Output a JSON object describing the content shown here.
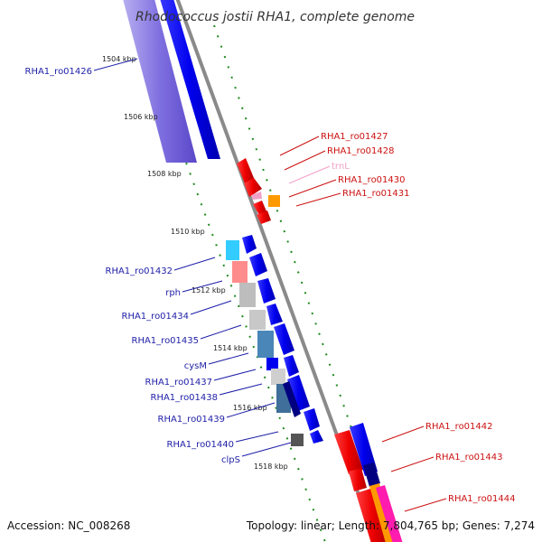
{
  "title": "Rhodococcus jostii RHA1, complete genome",
  "footer": {
    "accession": "Accession: NC_008268",
    "topology": "Topology: linear; Length: 7,804,765 bp; Genes: 7,274"
  },
  "ticks": [
    "1504 kbp",
    "1506 kbp",
    "1508 kbp",
    "1510 kbp",
    "1512 kbp",
    "1514 kbp",
    "1516 kbp",
    "1518 kbp"
  ],
  "left_labels": [
    "RHA1_ro01426",
    "RHA1_ro01432",
    "rph",
    "RHA1_ro01434",
    "RHA1_ro01435",
    "cysM",
    "RHA1_ro01437",
    "RHA1_ro01438",
    "RHA1_ro01439",
    "RHA1_ro01440",
    "clpS"
  ],
  "right_labels": [
    "RHA1_ro01427",
    "RHA1_ro01428",
    "trnL",
    "RHA1_ro01430",
    "RHA1_ro01431",
    "RHA1_ro01442",
    "RHA1_ro01443",
    "RHA1_ro01444"
  ],
  "colors": {
    "backbone": "#8a8a8a",
    "scale_dots": "#1f8a1f",
    "forward_gene": "#0000ee",
    "reverse_gene": "#ee0000",
    "left_label": "#1e1ea8",
    "right_label": "#cc1111",
    "trna": "#f0a0c8"
  }
}
